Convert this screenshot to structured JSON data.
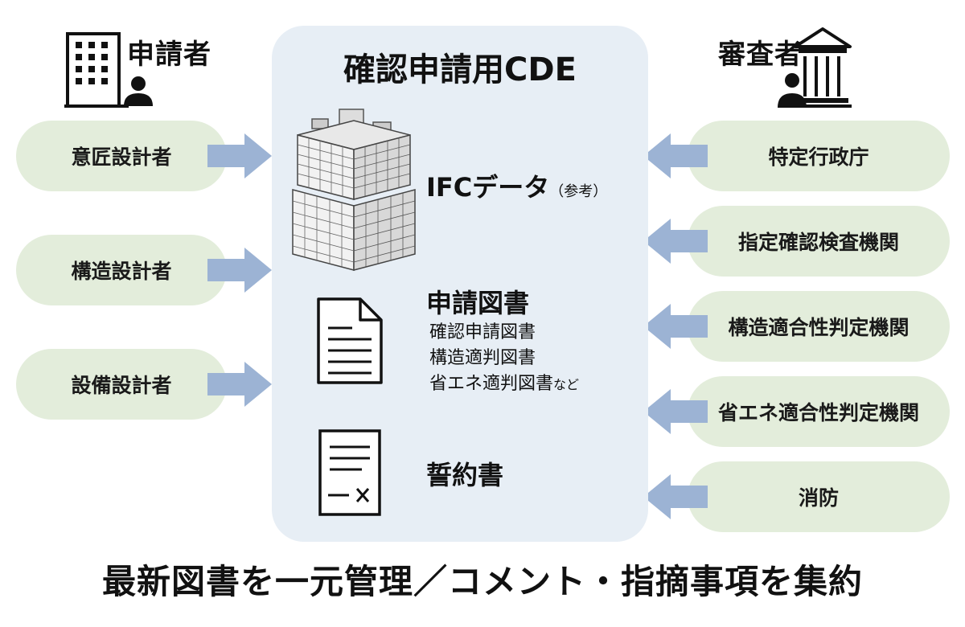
{
  "applicant": {
    "title": "申請者",
    "icon": "office-building-person-icon"
  },
  "reviewer": {
    "title": "審査者",
    "icon": "government-building-person-icon"
  },
  "left_items": [
    {
      "label": "意匠設計者"
    },
    {
      "label": "構造設計者"
    },
    {
      "label": "設備設計者"
    }
  ],
  "right_items": [
    {
      "label": "特定行政庁"
    },
    {
      "label": "指定確認検査機関"
    },
    {
      "label": "構造適合性判定機関"
    },
    {
      "label": "省エネ適合性判定機関"
    },
    {
      "label": "消防"
    }
  ],
  "center": {
    "title": "確認申請用CDE",
    "ifc": {
      "label": "IFCデータ",
      "note": "（参考）",
      "icon": "building-model-icon"
    },
    "docs": {
      "label": "申請図書",
      "icon": "document-icon",
      "lines": [
        "確認申請図書",
        "構造適判図書",
        "省エネ適判図書"
      ],
      "suffix": "など"
    },
    "pledge": {
      "label": "誓約書",
      "icon": "signature-document-icon"
    }
  },
  "footer": "最新図書を一元管理／コメント・指摘事項を集約",
  "colors": {
    "pill": "#e3eddb",
    "panel": "#e7eef5",
    "arrow": "#9cb3d4"
  }
}
